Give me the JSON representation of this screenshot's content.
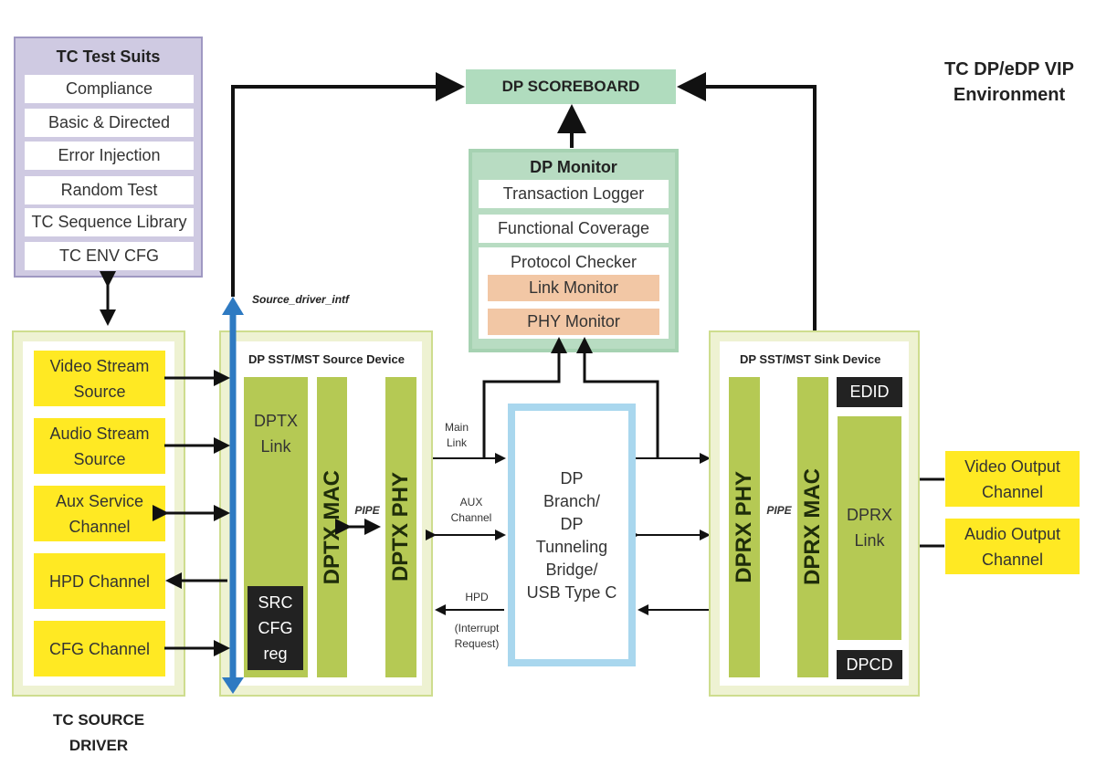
{
  "title_line1": "TC DP/eDP VIP",
  "title_line2": "Environment",
  "test_suits": {
    "header": "TC Test Suits",
    "items": [
      "Compliance",
      "Basic & Directed",
      "Error Injection",
      "Random Test",
      "TC Sequence Library",
      "TC ENV CFG"
    ]
  },
  "scoreboard": "DP SCOREBOARD",
  "monitor": {
    "header": "DP Monitor",
    "items": [
      "Transaction Logger",
      "Functional Coverage"
    ],
    "checker": "Protocol Checker",
    "sub_items": [
      "Link Monitor",
      "PHY Monitor"
    ]
  },
  "source_driver": {
    "items": [
      "Video Stream Source",
      "Audio Stream Source",
      "Aux Service Channel",
      "HPD Channel",
      "CFG Channel"
    ],
    "label_line1": "TC SOURCE",
    "label_line2": "DRIVER"
  },
  "source_driver_intf": "Source_driver_intf",
  "source_device": {
    "title": "DP SST/MST Source Device",
    "link_line1": "DPTX",
    "link_line2": "Link",
    "src_cfg": [
      "SRC",
      "CFG",
      "reg"
    ],
    "mac": "DPTX MAC",
    "phy": "DPTX PHY",
    "pipe": "PIPE"
  },
  "bridge": {
    "lines": [
      "DP",
      "Branch/",
      "DP",
      "Tunneling",
      "Bridge/",
      "USB Type C"
    ]
  },
  "channels": {
    "main": [
      "Main",
      "Link"
    ],
    "aux": [
      "AUX",
      "Channel"
    ],
    "hpd": "HPD",
    "interrupt": [
      "(Interrupt",
      "Request)"
    ]
  },
  "sink_device": {
    "title": "DP SST/MST Sink Device",
    "phy": "DPRX PHY",
    "mac": "DPRX MAC",
    "pipe": "PIPE",
    "edid": "EDID",
    "link_line1": "DPRX",
    "link_line2": "Link",
    "dpcd": "DPCD"
  },
  "outputs": [
    "Video Output Channel",
    "Audio Output Channel"
  ],
  "colors": {
    "yellow": "#ffe923",
    "olive": "#b5c954",
    "purple_panel": "#cfcae2",
    "mint": "#b0dcbe",
    "peach": "#f2c7a5",
    "bridge_border": "#a9d7ee",
    "bus_blue": "#2e7ac2"
  }
}
